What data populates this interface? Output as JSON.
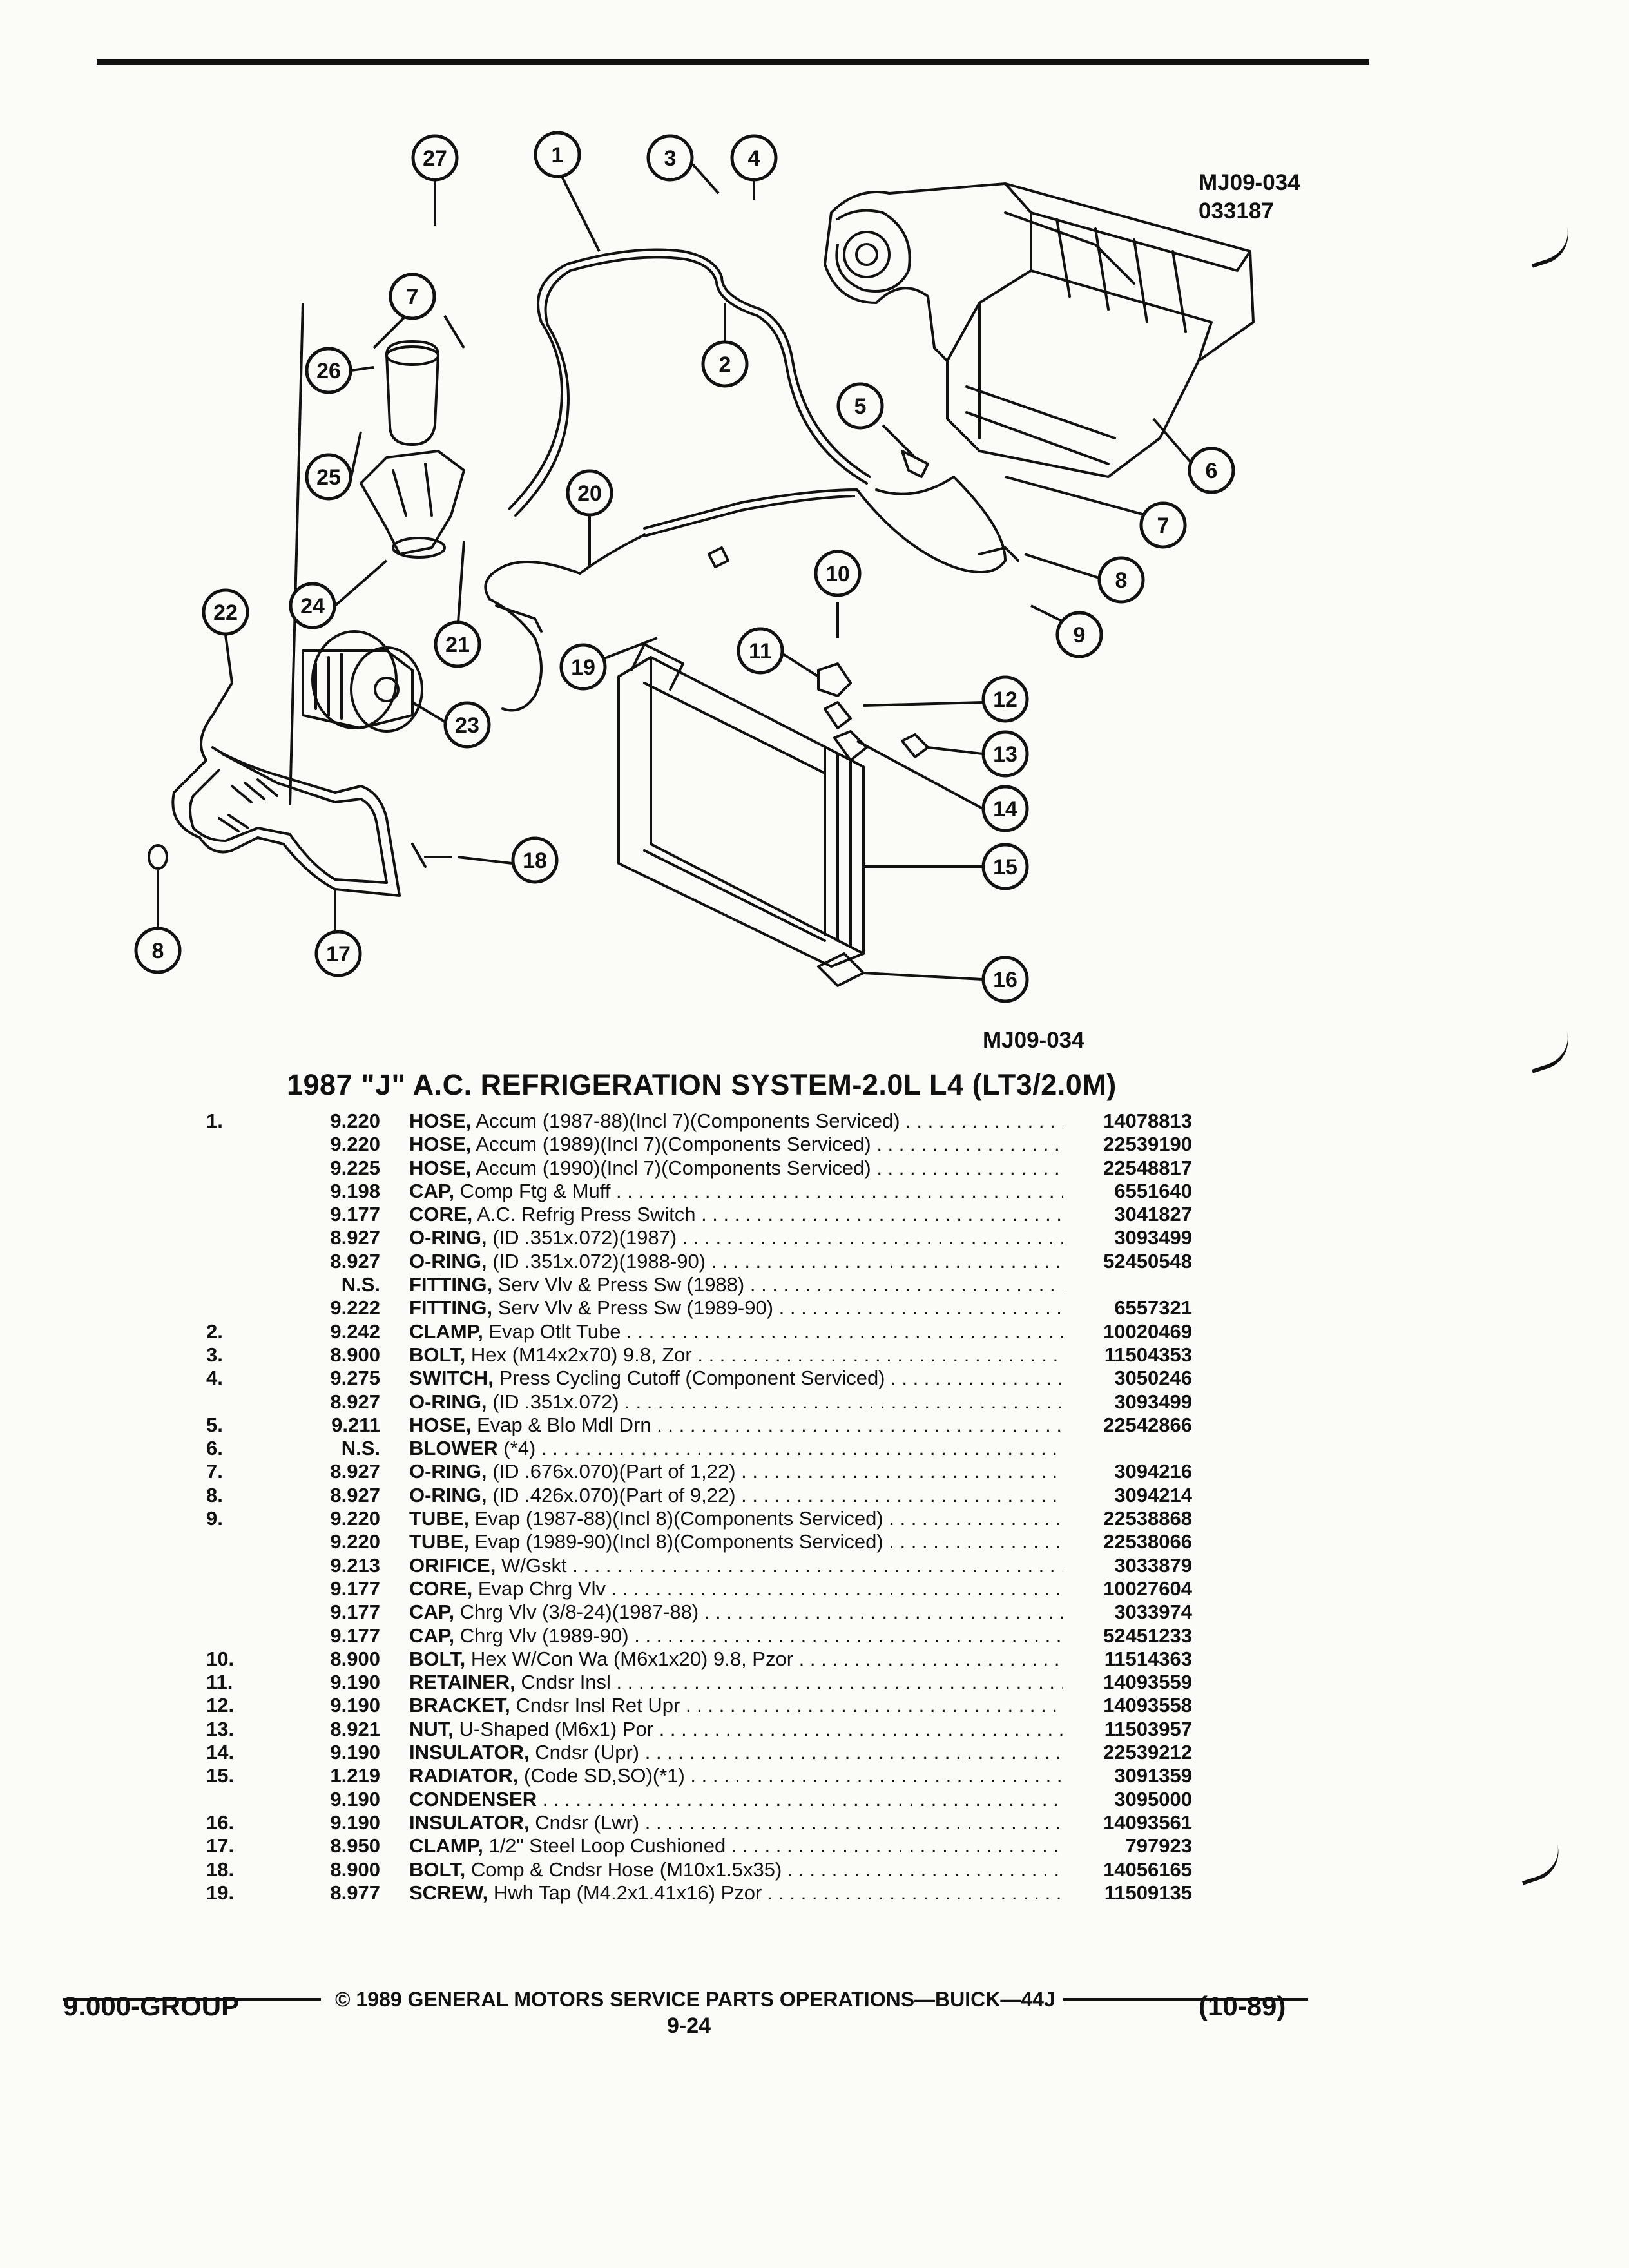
{
  "diagram": {
    "code_top": [
      "MJ09-034",
      "033187"
    ],
    "code_bottom": "MJ09-034",
    "callouts": [
      "27",
      "1",
      "3",
      "4",
      "7",
      "26",
      "25",
      "2",
      "5",
      "6",
      "7",
      "20",
      "8",
      "24",
      "21",
      "22",
      "10",
      "9",
      "11",
      "19",
      "23",
      "12",
      "13",
      "14",
      "18",
      "15",
      "8",
      "17",
      "16"
    ]
  },
  "title": "1987 \"J\" A.C. REFRIGERATION SYSTEM-2.0L L4 (LT3/2.0M)",
  "parts": [
    {
      "ref": "1.",
      "grp": "9.220",
      "name": "HOSE,",
      "rest": "Accum (1987-88)(Incl 7)(Components Serviced)",
      "pn": "14078813"
    },
    {
      "ref": "",
      "grp": "9.220",
      "name": "HOSE,",
      "rest": "Accum (1989)(Incl 7)(Components Serviced)",
      "pn": "22539190"
    },
    {
      "ref": "",
      "grp": "9.225",
      "name": "HOSE,",
      "rest": "Accum (1990)(Incl 7)(Components Serviced)",
      "pn": "22548817"
    },
    {
      "ref": "",
      "grp": "9.198",
      "name": "CAP,",
      "rest": "Comp Ftg & Muff",
      "pn": "6551640"
    },
    {
      "ref": "",
      "grp": "9.177",
      "name": "CORE,",
      "rest": "A.C. Refrig Press Switch",
      "pn": "3041827"
    },
    {
      "ref": "",
      "grp": "8.927",
      "name": "O-RING,",
      "rest": "(ID .351x.072)(1987)",
      "pn": "3093499"
    },
    {
      "ref": "",
      "grp": "8.927",
      "name": "O-RING,",
      "rest": "(ID .351x.072)(1988-90)",
      "pn": "52450548"
    },
    {
      "ref": "",
      "grp": "N.S.",
      "name": "FITTING,",
      "rest": "Serv Vlv & Press Sw (1988)",
      "pn": ""
    },
    {
      "ref": "",
      "grp": "9.222",
      "name": "FITTING,",
      "rest": "Serv Vlv & Press Sw (1989-90)",
      "pn": "6557321"
    },
    {
      "ref": "2.",
      "grp": "9.242",
      "name": "CLAMP,",
      "rest": "Evap Otlt Tube",
      "pn": "10020469"
    },
    {
      "ref": "3.",
      "grp": "8.900",
      "name": "BOLT,",
      "rest": "Hex (M14x2x70) 9.8, Zor",
      "pn": "11504353"
    },
    {
      "ref": "4.",
      "grp": "9.275",
      "name": "SWITCH,",
      "rest": "Press Cycling Cutoff (Component Serviced)",
      "pn": "3050246"
    },
    {
      "ref": "",
      "grp": "8.927",
      "name": "O-RING,",
      "rest": "(ID .351x.072)",
      "pn": "3093499"
    },
    {
      "ref": "5.",
      "grp": "9.211",
      "name": "HOSE,",
      "rest": "Evap & Blo Mdl Drn",
      "pn": "22542866"
    },
    {
      "ref": "6.",
      "grp": "N.S.",
      "name": "BLOWER",
      "rest": "(*4)",
      "pn": ""
    },
    {
      "ref": "7.",
      "grp": "8.927",
      "name": "O-RING,",
      "rest": "(ID .676x.070)(Part of 1,22)",
      "pn": "3094216"
    },
    {
      "ref": "8.",
      "grp": "8.927",
      "name": "O-RING,",
      "rest": "(ID .426x.070)(Part of 9,22)",
      "pn": "3094214"
    },
    {
      "ref": "9.",
      "grp": "9.220",
      "name": "TUBE,",
      "rest": "Evap (1987-88)(Incl 8)(Components Serviced)",
      "pn": "22538868"
    },
    {
      "ref": "",
      "grp": "9.220",
      "name": "TUBE,",
      "rest": "Evap (1989-90)(Incl 8)(Components Serviced)",
      "pn": "22538066"
    },
    {
      "ref": "",
      "grp": "9.213",
      "name": "ORIFICE,",
      "rest": "W/Gskt",
      "pn": "3033879"
    },
    {
      "ref": "",
      "grp": "9.177",
      "name": "CORE,",
      "rest": "Evap Chrg Vlv",
      "pn": "10027604"
    },
    {
      "ref": "",
      "grp": "9.177",
      "name": "CAP,",
      "rest": "Chrg Vlv (3/8-24)(1987-88)",
      "pn": "3033974"
    },
    {
      "ref": "",
      "grp": "9.177",
      "name": "CAP,",
      "rest": "Chrg Vlv (1989-90)",
      "pn": "52451233"
    },
    {
      "ref": "10.",
      "grp": "8.900",
      "name": "BOLT,",
      "rest": "Hex W/Con Wa (M6x1x20) 9.8, Pzor",
      "pn": "11514363"
    },
    {
      "ref": "11.",
      "grp": "9.190",
      "name": "RETAINER,",
      "rest": "Cndsr Insl",
      "pn": "14093559"
    },
    {
      "ref": "12.",
      "grp": "9.190",
      "name": "BRACKET,",
      "rest": "Cndsr Insl Ret Upr",
      "pn": "14093558"
    },
    {
      "ref": "13.",
      "grp": "8.921",
      "name": "NUT,",
      "rest": "U-Shaped (M6x1) Por",
      "pn": "11503957"
    },
    {
      "ref": "14.",
      "grp": "9.190",
      "name": "INSULATOR,",
      "rest": "Cndsr (Upr)",
      "pn": "22539212"
    },
    {
      "ref": "15.",
      "grp": "1.219",
      "name": "RADIATOR,",
      "rest": "(Code SD,SO)(*1)",
      "pn": "3091359"
    },
    {
      "ref": "",
      "grp": "9.190",
      "name": "CONDENSER",
      "rest": "",
      "pn": "3095000"
    },
    {
      "ref": "16.",
      "grp": "9.190",
      "name": "INSULATOR,",
      "rest": "Cndsr (Lwr)",
      "pn": "14093561"
    },
    {
      "ref": "17.",
      "grp": "8.950",
      "name": "CLAMP,",
      "rest": "1/2\" Steel Loop Cushioned",
      "pn": "797923"
    },
    {
      "ref": "18.",
      "grp": "8.900",
      "name": "BOLT,",
      "rest": "Comp & Cndsr Hose (M10x1.5x35)",
      "pn": "14056165"
    },
    {
      "ref": "19.",
      "grp": "8.977",
      "name": "SCREW,",
      "rest": "Hwh Tap (M4.2x1.41x16) Pzor",
      "pn": "11509135"
    }
  ],
  "footer": {
    "group": "9.000-GROUP",
    "copyright": "© 1989 GENERAL MOTORS SERVICE PARTS OPERATIONS—BUICK—44J",
    "page": "9-24",
    "date": "(10-89)"
  }
}
